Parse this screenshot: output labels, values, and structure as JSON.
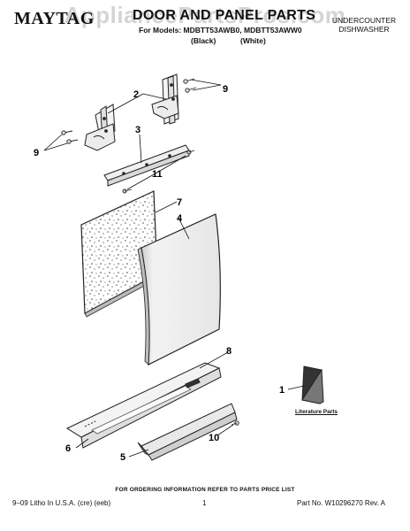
{
  "watermark": "AppliancePartsPros.com",
  "header": {
    "brand": "MAYTAG",
    "title": "DOOR AND PANEL PARTS",
    "models_line": "For Models: MDBTT53AWB0, MDBTT53AWW0",
    "model_variant_black": "(Black)",
    "model_variant_white": "(White)",
    "category": "UNDERCOUNTER DISHWASHER"
  },
  "callouts": {
    "n1": "1",
    "n2": "2",
    "n3": "3",
    "n4": "4",
    "n5": "5",
    "n6": "6",
    "n7": "7",
    "n8": "8",
    "n9a": "9",
    "n9b": "9",
    "n10": "10",
    "n11": "11"
  },
  "literature_label": "Literature Parts",
  "footer": {
    "note": "FOR ORDERING INFORMATION REFER TO PARTS PRICE LIST",
    "left": "9–09 Litho In U.S.A. (cre) (eeb)",
    "page": "1",
    "right": "Part No. W10296270 Rev. A"
  }
}
